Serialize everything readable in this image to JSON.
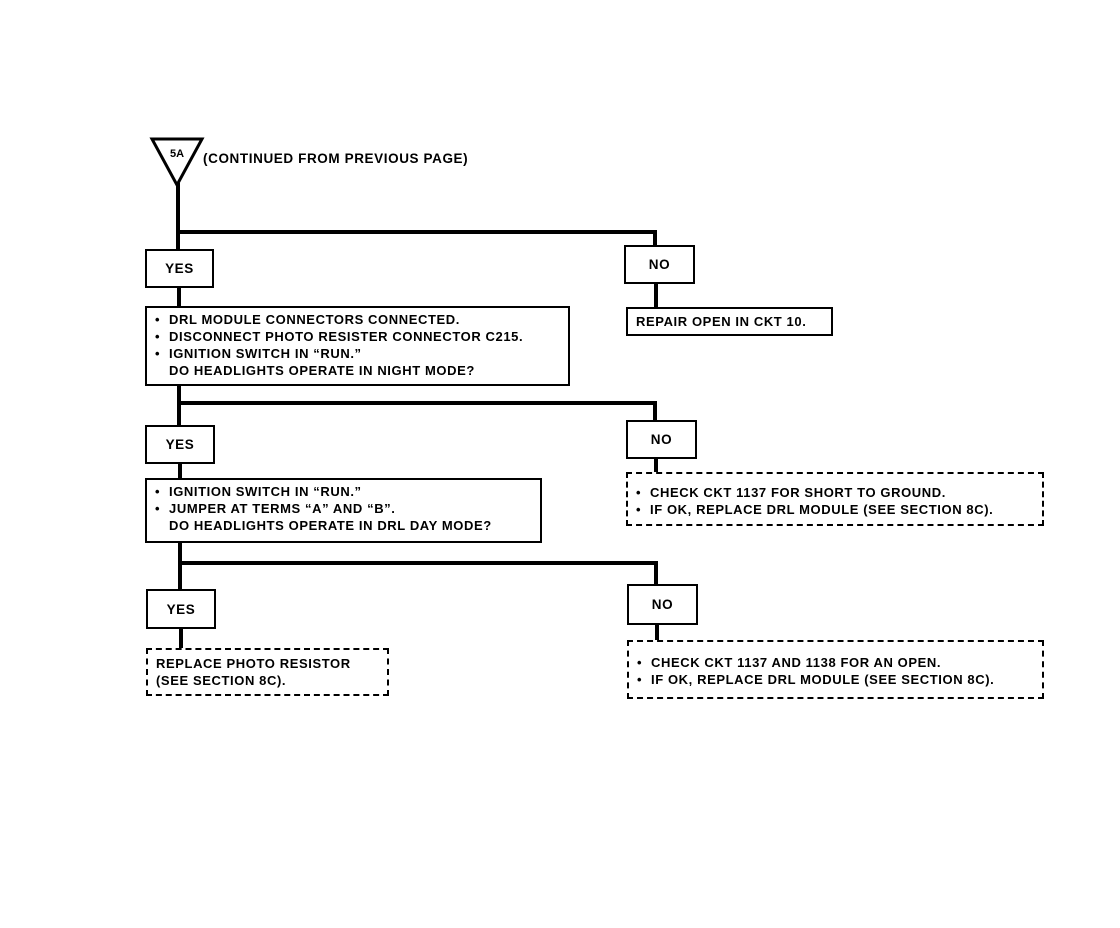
{
  "entry": {
    "marker": "5A",
    "text": "(CONTINUED FROM PREVIOUS PAGE)"
  },
  "labels": {
    "yes": "YES",
    "no": "NO"
  },
  "bullet_symbol": "•",
  "steps": {
    "test1": {
      "bullets": [
        "DRL MODULE CONNECTORS CONNECTED.",
        "DISCONNECT PHOTO RESISTER CONNECTOR C215.",
        "IGNITION SWITCH IN “RUN.”"
      ],
      "question": "DO HEADLIGHTS OPERATE IN NIGHT MODE?"
    },
    "test2": {
      "bullets": [
        "IGNITION SWITCH IN “RUN.”",
        "JUMPER AT TERMS “A” AND “B”."
      ],
      "question": "DO HEADLIGHTS OPERATE IN DRL DAY MODE?"
    }
  },
  "results": {
    "repair_open": {
      "lines": [
        "REPAIR OPEN IN CKT 10."
      ]
    },
    "check_short": {
      "bullets": [
        "CHECK CKT 1137 FOR SHORT TO GROUND.",
        "IF OK, REPLACE DRL MODULE (SEE SECTION 8C)."
      ]
    },
    "replace_photo": {
      "lines": [
        "REPLACE PHOTO RESISTOR",
        "(SEE SECTION 8C)."
      ]
    },
    "check_open": {
      "bullets": [
        "CHECK CKT 1137 AND 1138 FOR AN OPEN.",
        "IF OK, REPLACE DRL MODULE (SEE SECTION 8C)."
      ]
    }
  }
}
